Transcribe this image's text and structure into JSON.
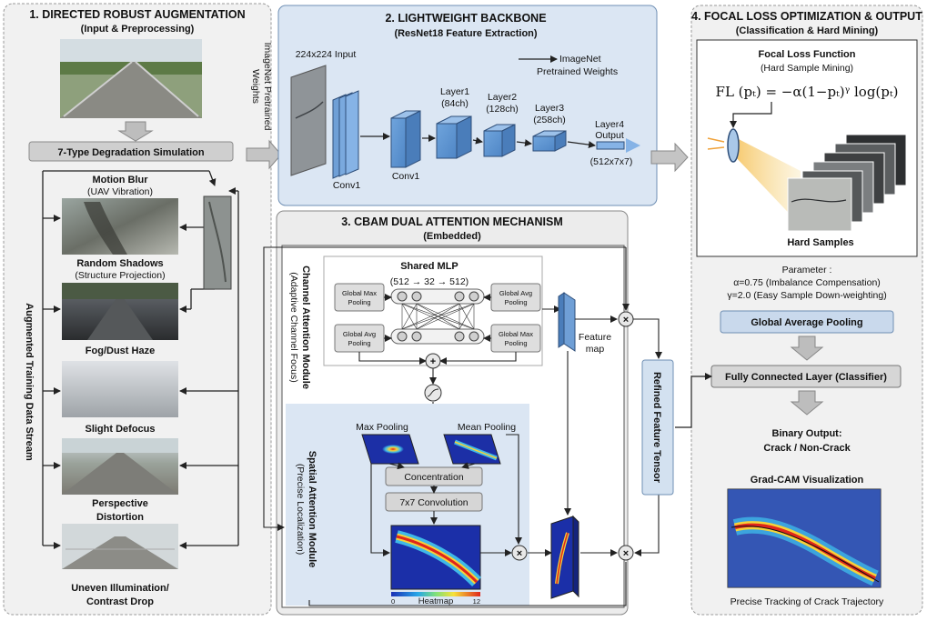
{
  "panel1": {
    "title": "1. DIRECTED ROBUST AUGMENTATION",
    "subtitle": "(Input & Preprocessing)",
    "degradation_title": "7-Type Degradation Simulation",
    "side_label": "Augmented Training Data Stream",
    "items": [
      {
        "label": "Motion Blur",
        "sub": "(UAV Vibration)"
      },
      {
        "label": "Random Shadows",
        "sub": "(Structure Projection)"
      },
      {
        "label": "Fog/Dust Haze",
        "sub": ""
      },
      {
        "label": "Slight Defocus",
        "sub": ""
      },
      {
        "label": "Perspective",
        "sub": "Distortion"
      },
      {
        "label": "Uneven Illumination/",
        "sub": "Contrast Drop"
      }
    ]
  },
  "panel2": {
    "title": "2. LIGHTWEIGHT BACKBONE",
    "subtitle": "(ResNet18 Feature Extraction)",
    "side_label_1": "ImageNet Pretrained",
    "side_label_2": "Weights",
    "input_label": "224x224 Input",
    "legend_1": "ImageNet",
    "legend_2": "Pretrained Weights",
    "conv1_a": "Conv1",
    "conv1_b": "Conv1",
    "layer1_a": "Layer1",
    "layer1_b": "(84ch)",
    "layer2_a": "Layer2",
    "layer2_b": "(128ch)",
    "layer3_a": "Layer3",
    "layer3_b": "(258ch)",
    "layer4_a": "Layer4",
    "layer4_b": "Output",
    "layer4_c": "(512x7x7)"
  },
  "panel3": {
    "title": "3. CBAM DUAL ATTENTION MECHANISM",
    "subtitle": "(Embedded)",
    "channel_module_1": "Channel Attention Module",
    "channel_module_2": "(Adaptive Channel Focus)",
    "shared_mlp": "Shared MLP",
    "mlp_dims": "(512 → 32 → 512)",
    "gmp_1": "Global Max",
    "gmp_2": "Pooling",
    "gap_1": "Global Avg",
    "gap_2": "Pooling",
    "feature_map_1": "Feature",
    "feature_map_2": "map",
    "spatial_module_1": "Spatial Attention Module",
    "spatial_module_2": "(Precise Localization)",
    "max_pooling": "Max Pooling",
    "mean_pooling": "Mean Pooling",
    "concentration": "Concentration",
    "conv7": "7x7 Convolution",
    "heatmap": "Heatmap",
    "scale_min": "0",
    "scale_max": "12",
    "refined": "Refined Feature Tensor"
  },
  "panel4": {
    "title": "4. FOCAL LOSS OPTIMIZATION & OUTPUT",
    "subtitle": "(Classification & Hard Mining)",
    "focal_title": "Focal Loss Function",
    "focal_sub": "(Hard Sample Mining)",
    "formula": "FL (pₜ) = −α(1−pₜ)ᵞ log(pₜ)",
    "hard_samples": "Hard Samples",
    "param_title": "Parameter :",
    "param_alpha": "α=0.75 (Imbalance Compensation)",
    "param_gamma": "γ=2.0 (Easy Sample Down-weighting)",
    "gap": "Global Average Pooling",
    "fc": "Fully Connected Layer (Classifier)",
    "output_1": "Binary Output:",
    "output_2": "Crack / Non-Crack",
    "gradcam": "Grad-CAM Visualization",
    "tracking": "Precise Tracking of Crack Trajectory"
  }
}
